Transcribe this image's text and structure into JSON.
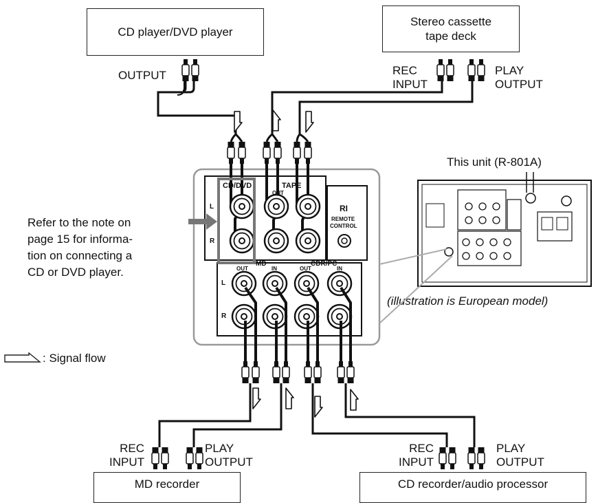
{
  "devices": {
    "cd_dvd_player": "CD player/DVD player",
    "cassette_line1": "Stereo cassette",
    "cassette_line2": "tape deck",
    "md_recorder": "MD recorder",
    "cd_recorder": "CD recorder/audio processor"
  },
  "jack_labels": {
    "output": "OUTPUT",
    "rec": "REC",
    "input": "INPUT",
    "play": "PLAY",
    "play_output": "OUTPUT"
  },
  "panel": {
    "cd_dvd": "CD/DVD",
    "tape": "TAPE",
    "md": "MD",
    "cdr_pc": "CDR/PC",
    "out": "OUT",
    "in": "IN",
    "left": "L",
    "right": "R",
    "remote_logo": "RI",
    "remote_line1": "REMOTE",
    "remote_line2": "CONTROL"
  },
  "this_unit": "This unit (R-801A)",
  "illustration_caption": "(illustration is European model)",
  "note_lines": [
    "Refer to the note on",
    "page 15 for informa-",
    "tion on connecting a",
    "CD or DVD player."
  ],
  "legend": ": Signal flow"
}
